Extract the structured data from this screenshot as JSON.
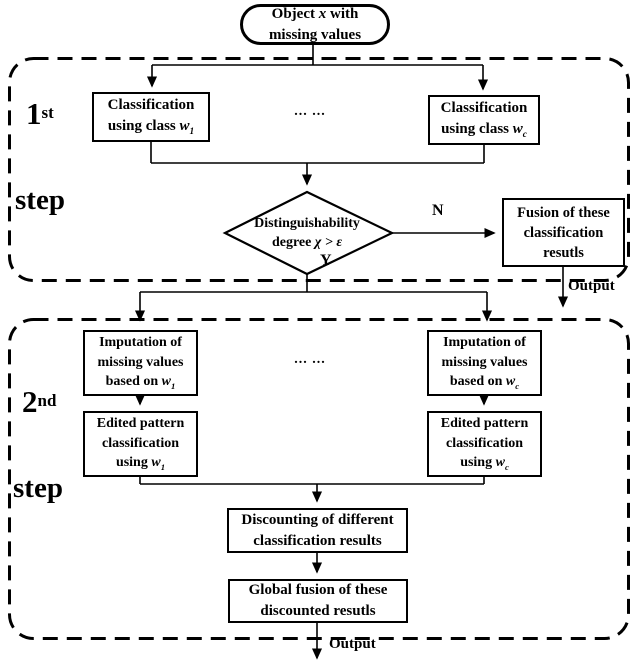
{
  "labels": {
    "yes": "Y",
    "no": "N",
    "output_top": "Output",
    "output_bottom": "Output",
    "ellipsis_top": "... ...",
    "ellipsis_mid": "... ..."
  },
  "steps": {
    "first": {
      "number": "1",
      "ordinal": "st",
      "word": "step"
    },
    "second": {
      "number": "2",
      "ordinal": "nd",
      "word": "step"
    }
  },
  "nodes": {
    "start": {
      "l1_pre": "Object ",
      "l1_var": "x",
      "l1_post": " with",
      "l2": "missing values"
    },
    "classify_left": {
      "l1": "Classification",
      "l2": "using class ",
      "var": "w",
      "sub": "1"
    },
    "classify_right": {
      "l1": "Classification",
      "l2": "using class ",
      "var": "w",
      "sub": "c"
    },
    "decision": {
      "l1": "Distinguishability",
      "l2_pre": "degree ",
      "expr": "χ > ε"
    },
    "fusion": {
      "l1": "Fusion of these",
      "l2": "classification",
      "l3": "resutls"
    },
    "impute_left": {
      "l1": "Imputation of",
      "l2": "missing values",
      "l3": "based on ",
      "var": "w",
      "sub": "1"
    },
    "impute_right": {
      "l1": "Imputation of",
      "l2": "missing values",
      "l3": "based on ",
      "var": "w",
      "sub": "c"
    },
    "edited_left": {
      "l1": "Edited pattern",
      "l2": "classification",
      "l3": "using ",
      "var": "w",
      "sub": "1"
    },
    "edited_right": {
      "l1": "Edited pattern",
      "l2": "classification",
      "l3": "using ",
      "var": "w",
      "sub": "c"
    },
    "discounting": {
      "l1": "Discounting of different",
      "l2": "classification results"
    },
    "global_fusion": {
      "l1": "Global fusion of these",
      "l2": "discounted resutls"
    }
  },
  "colors": {
    "stroke": "#000000",
    "background": "#ffffff"
  }
}
